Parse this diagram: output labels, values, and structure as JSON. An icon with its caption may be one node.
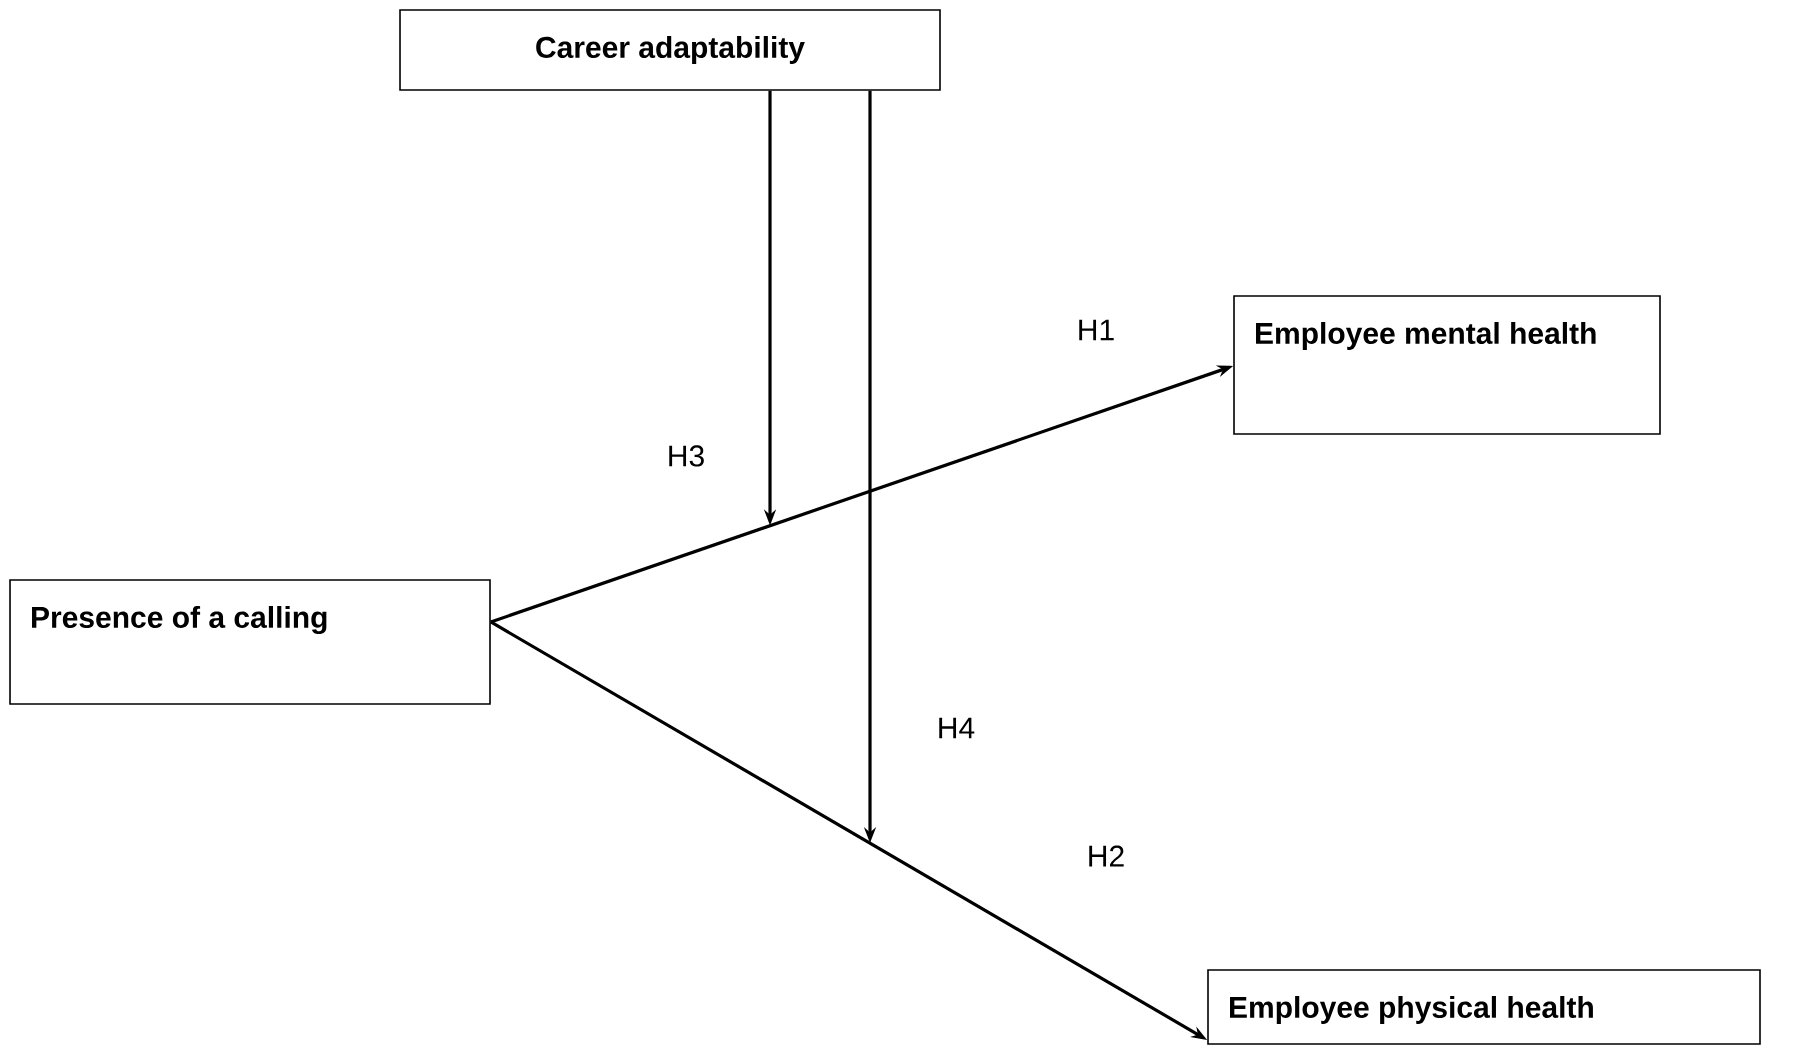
{
  "diagram": {
    "nodes": [
      {
        "text": [
          "Career adaptability"
        ]
      },
      {
        "text": [
          "Employee mental health"
        ]
      },
      {
        "text": [
          "Presence of a calling"
        ]
      },
      {
        "text": [
          "Employee physical health"
        ]
      }
    ],
    "edges": [
      {
        "from": 2,
        "to": 1,
        "arrow": "to",
        "label": "H1"
      },
      {
        "from": 2,
        "to": 3,
        "arrow": "to",
        "label": "H2"
      },
      {
        "from": 0,
        "to": null,
        "arrow": "to",
        "label": "H3"
      },
      {
        "from": 0,
        "to": null,
        "arrow": "to",
        "label": "H4"
      }
    ]
  }
}
